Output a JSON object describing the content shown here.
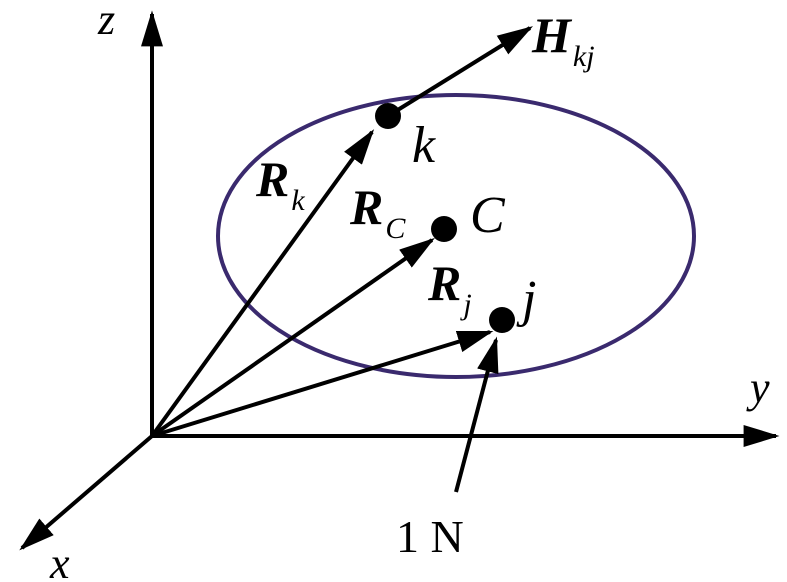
{
  "diagram": {
    "axes": {
      "z": "z",
      "y": "y",
      "x": "x"
    },
    "points": {
      "k": "k",
      "C": "C",
      "j": "j"
    },
    "vectors": {
      "Rk": {
        "main": "R",
        "sub": "k"
      },
      "RC": {
        "main": "R",
        "sub": "C"
      },
      "Rj": {
        "main": "R",
        "sub": "j"
      },
      "Hkj": {
        "main": "H",
        "sub": "kj"
      }
    },
    "force_label": "1 N",
    "colors": {
      "ellipse": "#3a2a6e",
      "ink": "#000000"
    }
  }
}
